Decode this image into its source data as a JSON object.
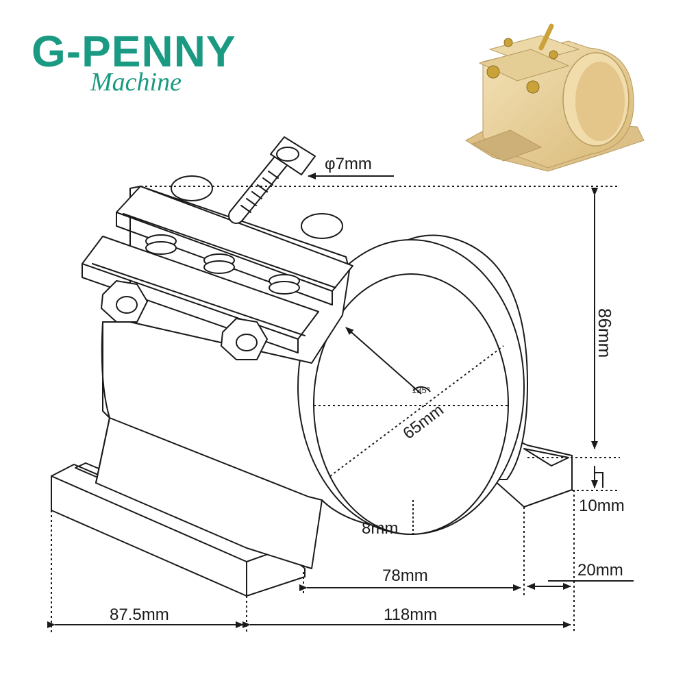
{
  "brand": {
    "name": "G-PENNY",
    "tagline": "Machine",
    "color": "#1a9a82"
  },
  "product": {
    "photo_color": "#e9cf98",
    "bolt_color": "#c9a23a"
  },
  "dimensions": {
    "bolt": "φ7mm",
    "height": "86mm",
    "bore": "65mm",
    "angle": "135°",
    "wall": "8mm",
    "foot_height": "10mm",
    "foot_width": "20mm",
    "bore_span": "78mm",
    "depth": "87.5mm",
    "width": "118mm"
  },
  "colors": {
    "line": "#1a1a1a",
    "background": "#ffffff"
  }
}
